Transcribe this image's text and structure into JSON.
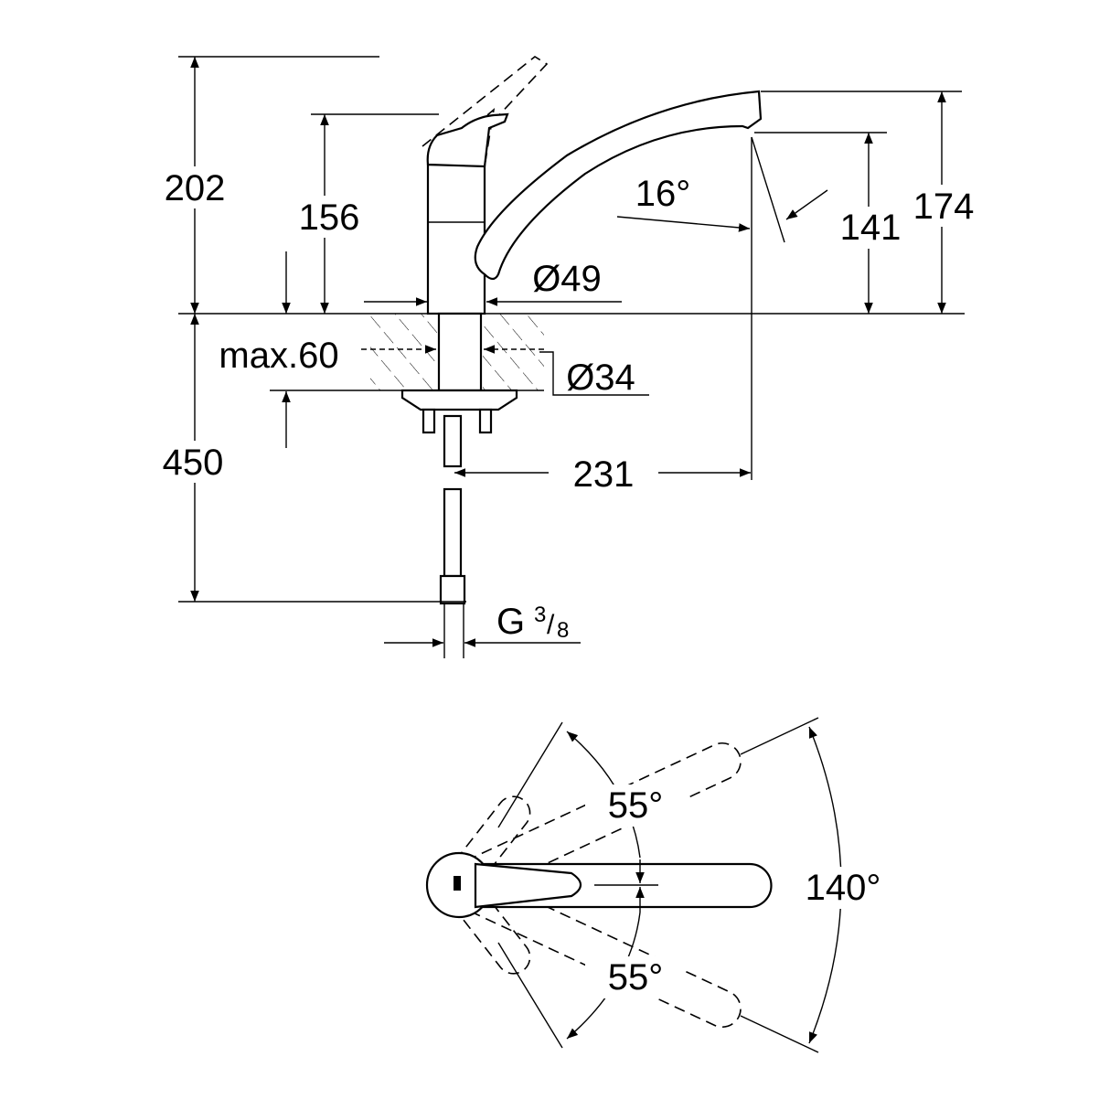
{
  "dimensions": {
    "total_height": "202",
    "handle_height": "156",
    "spout_angle": "16°",
    "spout_outlet_height": "141",
    "spout_height": "174",
    "body_diameter": "Ø49",
    "max_counter_thickness": "max.60",
    "hole_diameter": "Ø34",
    "hose_length": "450",
    "spout_reach": "231",
    "connection": {
      "prefix": "G",
      "numerator": "3",
      "denominator": "8"
    }
  },
  "plan_view": {
    "swivel_up": "55°",
    "swivel_down": "55°",
    "total_swivel": "140°"
  }
}
